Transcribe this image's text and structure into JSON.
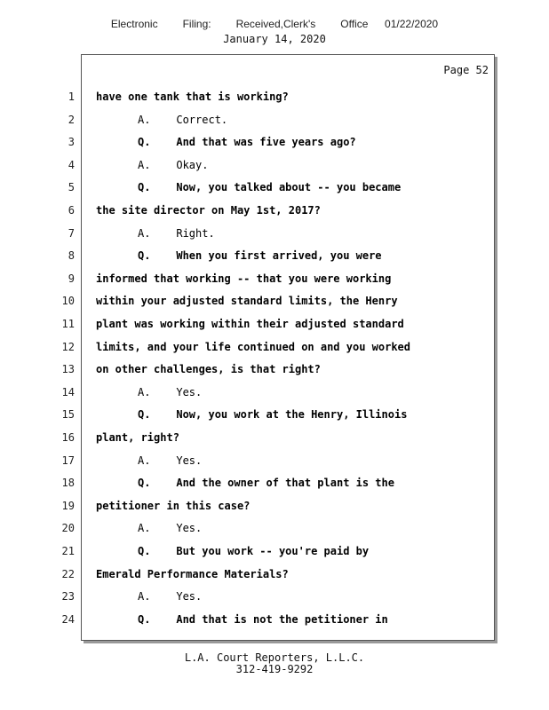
{
  "header": {
    "stamp": "Electronic   Filing:   Received,Clerk's   Office  01/22/2020",
    "date": "January 14, 2020"
  },
  "page_label": "Page 52",
  "lines": [
    {
      "n": "1",
      "t": "have one tank that is working?",
      "kind": "text"
    },
    {
      "n": "2",
      "t": "A.    Correct.",
      "kind": "A"
    },
    {
      "n": "3",
      "t": "Q.    And that was five years ago?",
      "kind": "Q"
    },
    {
      "n": "4",
      "t": "A.    Okay.",
      "kind": "A"
    },
    {
      "n": "5",
      "t": "Q.    Now, you talked about -- you became",
      "kind": "Q"
    },
    {
      "n": "6",
      "t": "the site director on May 1st, 2017?",
      "kind": "text"
    },
    {
      "n": "7",
      "t": "A.    Right.",
      "kind": "A"
    },
    {
      "n": "8",
      "t": "Q.    When you first arrived, you were",
      "kind": "Q"
    },
    {
      "n": "9",
      "t": "informed that working -- that you were working",
      "kind": "text"
    },
    {
      "n": "10",
      "t": "within your adjusted standard limits, the Henry",
      "kind": "text"
    },
    {
      "n": "11",
      "t": "plant was working within their adjusted standard",
      "kind": "text"
    },
    {
      "n": "12",
      "t": "limits, and your life continued on and you worked",
      "kind": "text"
    },
    {
      "n": "13",
      "t": "on other challenges, is that right?",
      "kind": "text"
    },
    {
      "n": "14",
      "t": "A.    Yes.",
      "kind": "A"
    },
    {
      "n": "15",
      "t": "Q.    Now, you work at the Henry, Illinois",
      "kind": "Q"
    },
    {
      "n": "16",
      "t": "plant, right?",
      "kind": "text"
    },
    {
      "n": "17",
      "t": "A.    Yes.",
      "kind": "A"
    },
    {
      "n": "18",
      "t": "Q.    And the owner of that plant is the",
      "kind": "Q"
    },
    {
      "n": "19",
      "t": "petitioner in this case?",
      "kind": "text"
    },
    {
      "n": "20",
      "t": "A.    Yes.",
      "kind": "A"
    },
    {
      "n": "21",
      "t": "Q.    But you work -- you're paid by",
      "kind": "Q"
    },
    {
      "n": "22",
      "t": "Emerald Performance Materials?",
      "kind": "text"
    },
    {
      "n": "23",
      "t": "A.    Yes.",
      "kind": "A"
    },
    {
      "n": "24",
      "t": "Q.    And that is not the petitioner in",
      "kind": "Q"
    }
  ],
  "footer": {
    "company": "L.A. Court Reporters, L.L.C.",
    "phone": "312-419-9292"
  }
}
